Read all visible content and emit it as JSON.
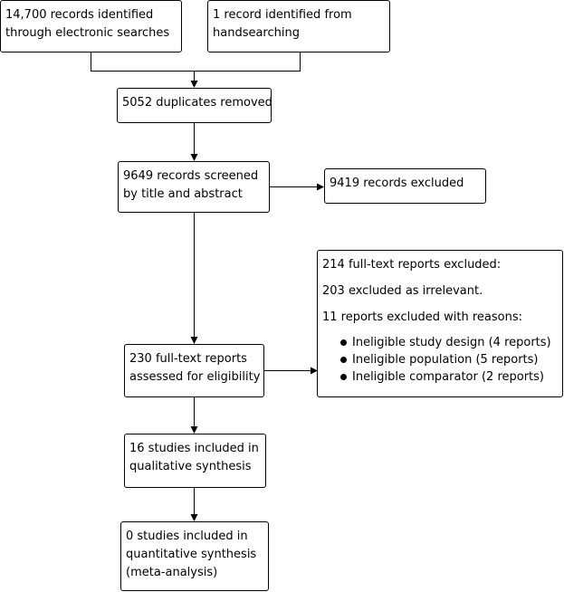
{
  "flow": {
    "identified_electronic": [
      "14,700 records identified",
      "through electronic searches"
    ],
    "identified_hand": [
      "1 record identified from",
      "handsearching"
    ],
    "duplicates": [
      "5052 duplicates removed"
    ],
    "screened": [
      "9649 records screened",
      "by title and abstract"
    ],
    "excluded_screen": [
      "9419 records excluded"
    ],
    "fulltext": [
      "230 full-text reports",
      "assessed for eligibility"
    ],
    "excluded_fulltext": {
      "title": "214 full-text reports excluded:",
      "irrelevant": "203 excluded as irrelevant.",
      "reasons_header": "11 reports excluded with reasons:",
      "reasons": [
        "Ineligible study design (4 reports)",
        "Ineligible population (5 reports)",
        "Ineligible comparator (2 reports)"
      ]
    },
    "qualitative": [
      "16 studies included in",
      "qualitative synthesis"
    ],
    "quantitative": [
      "0 studies included in",
      "quantitative synthesis",
      "(meta-analysis)"
    ]
  }
}
